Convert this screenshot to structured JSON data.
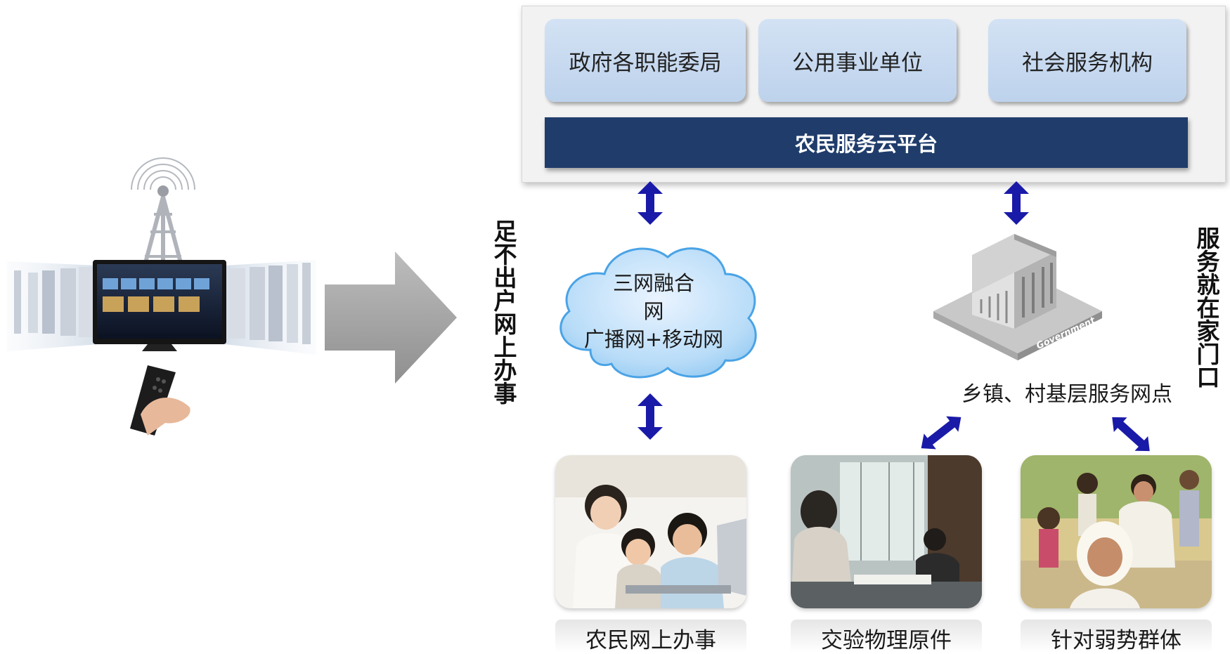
{
  "platform": {
    "orgs": [
      "政府各职能委局",
      "公用事业单位",
      "社会服务机构"
    ],
    "bar_label": "农民服务云平台"
  },
  "left_slogan": "足不出户网上办事",
  "right_slogan": "服务就在家门口",
  "cloud": {
    "line1": "三网融合",
    "line2": "网",
    "line3": "广播网+移动网"
  },
  "building": {
    "sign": "Government",
    "label": "乡镇、村基层服务网点"
  },
  "photos": [
    {
      "caption": "农民网上办事"
    },
    {
      "caption": "交验物理原件"
    },
    {
      "caption": "针对弱势群体"
    }
  ],
  "colors": {
    "platform_bar": "#1f3c6b",
    "org_box": "#c8daf0",
    "arrow": "#1a1aa8",
    "big_arrow": "#a6a6a6"
  }
}
